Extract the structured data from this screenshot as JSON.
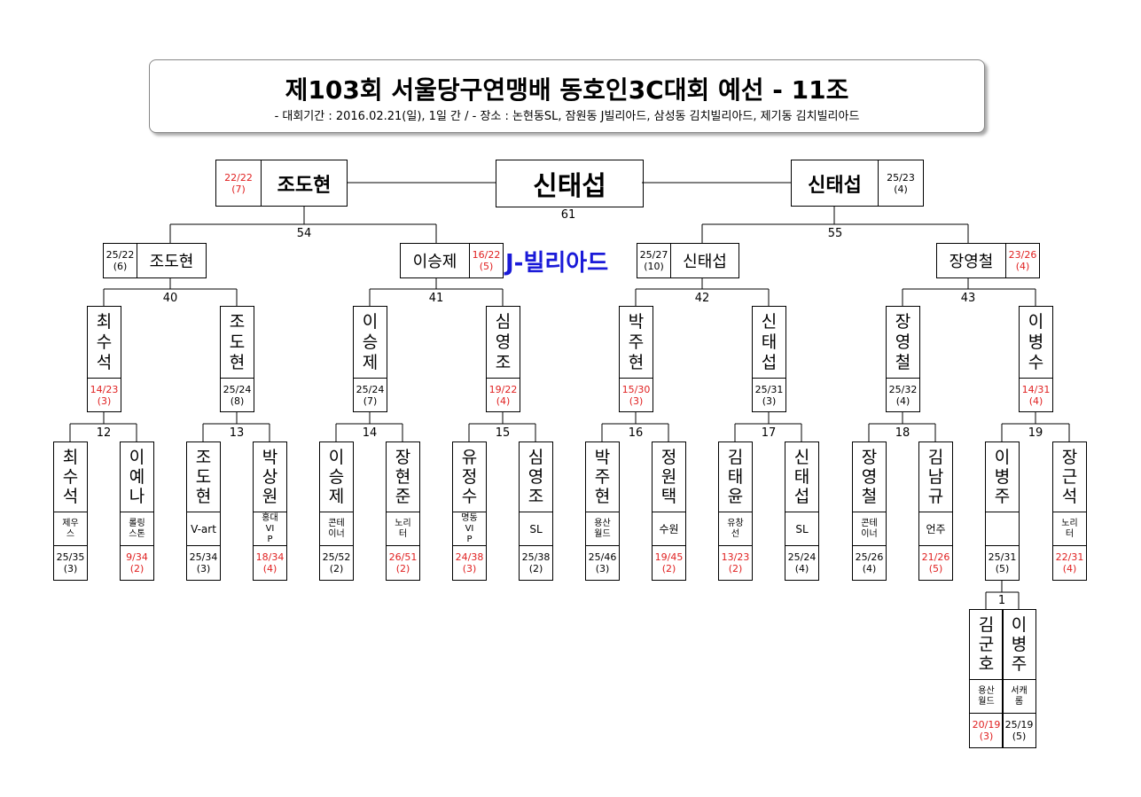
{
  "header": {
    "title": "제103회 서울당구연맹배 동호인3C대회 예선 - 11조",
    "subtitle": "- 대회기간 : 2016.02.21(일), 1일 간 / - 장소 : 논현동SL, 잠원동 J빌리아드, 삼성동 김치빌리아드, 제기동 김치빌리아드"
  },
  "venue": "J-빌리아드",
  "final": {
    "winner": "신태섭",
    "match_no": "61"
  },
  "semis": {
    "left": {
      "name": "조도현",
      "score": "22/22",
      "inn": "(7)"
    },
    "right": {
      "name": "신태섭",
      "score": "25/23",
      "inn": "(4)"
    },
    "left_no": "54",
    "right_no": "55"
  },
  "quarters": [
    {
      "name": "조도현",
      "score": "25/22",
      "inn": "(6)"
    },
    {
      "name": "이승제",
      "score": "16/22",
      "inn": "(5)"
    },
    {
      "name": "신태섭",
      "score": "25/27",
      "inn": "(10)"
    },
    {
      "name": "장영철",
      "score": "23/26",
      "inn": "(4)"
    }
  ],
  "quarter_nos": [
    "40",
    "41",
    "42",
    "43"
  ],
  "round16": [
    {
      "name": "최수석",
      "score": "14/23",
      "inn": "(3)"
    },
    {
      "name": "조도현",
      "score": "25/24",
      "inn": "(8)"
    },
    {
      "name": "이승제",
      "score": "25/24",
      "inn": "(7)"
    },
    {
      "name": "심영조",
      "score": "19/22",
      "inn": "(4)"
    },
    {
      "name": "박주현",
      "score": "15/30",
      "inn": "(3)"
    },
    {
      "name": "신태섭",
      "score": "25/31",
      "inn": "(3)"
    },
    {
      "name": "장영철",
      "score": "25/32",
      "inn": "(4)"
    },
    {
      "name": "이병수",
      "score": "14/31",
      "inn": "(4)"
    }
  ],
  "round16_nos": [
    "12",
    "13",
    "14",
    "15",
    "16",
    "17",
    "18",
    "19"
  ],
  "players": [
    {
      "name": "최수석",
      "club": "제우스",
      "score": "25/35",
      "inn": "(3)"
    },
    {
      "name": "이예나",
      "club": "롤링스톤",
      "score": "9/34",
      "inn": "(2)"
    },
    {
      "name": "조도현",
      "club": "V-art",
      "score": "25/34",
      "inn": "(3)"
    },
    {
      "name": "박상원",
      "club": "홍대VIP",
      "score": "18/34",
      "inn": "(4)"
    },
    {
      "name": "이승제",
      "club": "콘테이너",
      "score": "25/52",
      "inn": "(2)"
    },
    {
      "name": "장현준",
      "club": "노리터",
      "score": "26/51",
      "inn": "(2)"
    },
    {
      "name": "유정수",
      "club": "명동VIP",
      "score": "24/38",
      "inn": "(3)"
    },
    {
      "name": "심영조",
      "club": "SL",
      "score": "25/38",
      "inn": "(2)"
    },
    {
      "name": "박주현",
      "club": "용산월드",
      "score": "25/46",
      "inn": "(3)"
    },
    {
      "name": "정원택",
      "club": "수원",
      "score": "19/45",
      "inn": "(2)"
    },
    {
      "name": "김태윤",
      "club": "유창선",
      "score": "13/23",
      "inn": "(2)"
    },
    {
      "name": "신태섭",
      "club": "SL",
      "score": "25/24",
      "inn": "(4)"
    },
    {
      "name": "장영철",
      "club": "콘테이너",
      "score": "25/26",
      "inn": "(4)"
    },
    {
      "name": "김남규",
      "club": "언주",
      "score": "21/26",
      "inn": "(5)"
    },
    {
      "name": "이병주",
      "club": "",
      "score": "25/31",
      "inn": "(5)"
    },
    {
      "name": "장근석",
      "club": "노리터",
      "score": "22/31",
      "inn": "(4)"
    }
  ],
  "prelim": {
    "match_no": "1",
    "players": [
      {
        "name": "김군호",
        "club": "용산월드",
        "score": "20/19",
        "inn": "(3)"
      },
      {
        "name": "이병주",
        "club": "서캐롬",
        "score": "25/19",
        "inn": "(5)"
      }
    ]
  },
  "colors": {
    "loser": "#e02020",
    "venue": "#1a1ad8"
  }
}
